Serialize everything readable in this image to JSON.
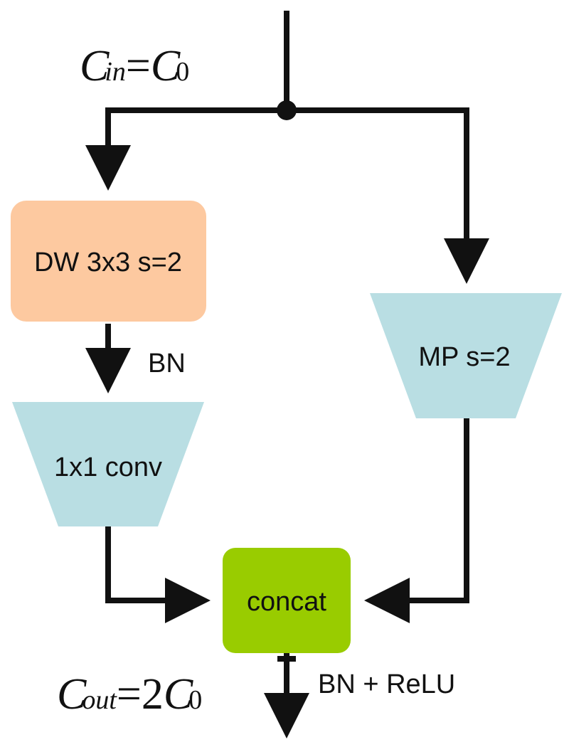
{
  "input_label": {
    "c": "C",
    "sub": "in",
    "eq": "=",
    "c2": "C",
    "sub2": "0"
  },
  "output_label": {
    "c": "C",
    "sub": "out",
    "eq": "=",
    "coef": "2",
    "c2": "C",
    "sub2": "0"
  },
  "left_branch": {
    "dw_block": "DW 3x3 s=2",
    "bn_label": "BN",
    "conv_block": "1x1 conv"
  },
  "right_branch": {
    "mp_block": "MP s=2"
  },
  "merge": {
    "concat_block": "concat",
    "post_label": "BN + ReLU"
  },
  "colors": {
    "dw_fill": "#fdc9a0",
    "trapezoid_fill": "#b9dee3",
    "concat_fill": "#99cc00",
    "line": "#111111"
  }
}
